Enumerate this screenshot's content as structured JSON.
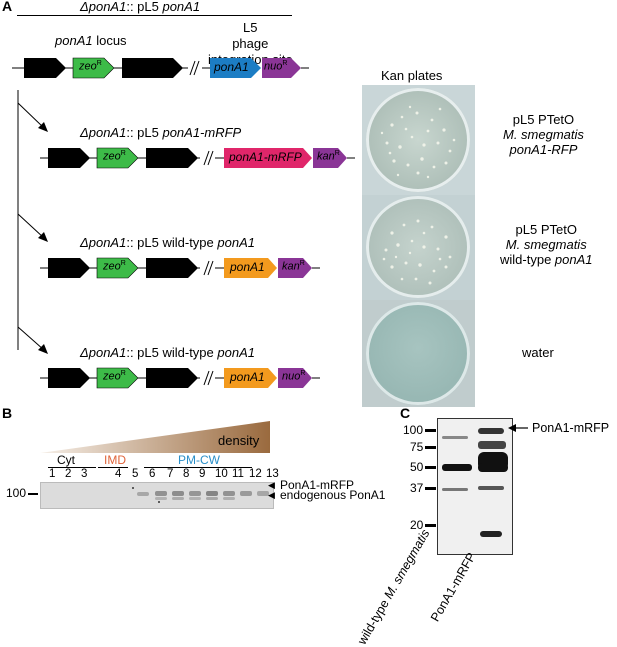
{
  "panelA": {
    "letter": "A",
    "top_title_pre": "Δ",
    "top_title_gene": "ponA1",
    "top_title_mid": ":: pL5 ",
    "top_title_gene2": "ponA1",
    "locus_gene": "ponA1",
    "locus_word": " locus",
    "phage_line1": "L5",
    "phage_line2": "phage",
    "phage_line3": "integration site",
    "zeo": "zeo",
    "zeo_sup": "R",
    "kan": "kan",
    "kan_sup": "R",
    "nuo": "nuo",
    "nuo_sup": "R",
    "ponA1": "ponA1",
    "ponA1_mrfp": "ponA1-mRFP",
    "construct1_pre": "Δ",
    "construct1_gene": "ponA1",
    "construct1_rest": ":: pL5 ",
    "construct1_gene2": "ponA1-mRFP",
    "construct2_pre": "Δ",
    "construct2_gene": "ponA1",
    "construct2_rest": ":: pL5 wild-type ",
    "construct2_gene2": "ponA1",
    "construct3_pre": "Δ",
    "construct3_gene": "ponA1",
    "construct3_rest": ":: pL5 wild-type ",
    "construct3_gene2": "ponA1",
    "plates_title": "Kan plates",
    "plate1_line1": "pL5 PTetO",
    "plate1_line2": "M. smegmatis",
    "plate1_line3": "ponA1-RFP",
    "plate2_line1": "pL5 PTetO",
    "plate2_line2": "M. smegmatis",
    "plate2_line3a": "wild-type ",
    "plate2_line3b": "ponA1",
    "plate3_label": "water"
  },
  "panelB": {
    "letter": "B",
    "density": "density",
    "groups": {
      "cyt": "Cyt",
      "imd": "IMD",
      "pmcw": "PM-CW"
    },
    "lanes": [
      "1",
      "2",
      "3",
      "4",
      "5",
      "6",
      "7",
      "8",
      "9",
      "10",
      "11",
      "12",
      "13"
    ],
    "marker": "100",
    "band1": "PonA1-mRFP",
    "band2": "endogenous PonA1",
    "colors": {
      "imd": "#e0643a",
      "pmcw": "#2a8fc9"
    }
  },
  "panelC": {
    "letter": "C",
    "markers": [
      "100",
      "75",
      "50",
      "37",
      "20"
    ],
    "band_label": "PonA1-mRFP",
    "lane1": "wild-type ",
    "lane1_it": "M. smegmatis",
    "lane2": "PonA1-mRFP"
  },
  "colors": {
    "zeo": "#3dbb48",
    "ponA1_blue": "#1c7dc4",
    "nuo": "#8a3596",
    "mrfp": "#e0266a",
    "ponA1_orange": "#f39a1e",
    "kan": "#8a3596"
  }
}
